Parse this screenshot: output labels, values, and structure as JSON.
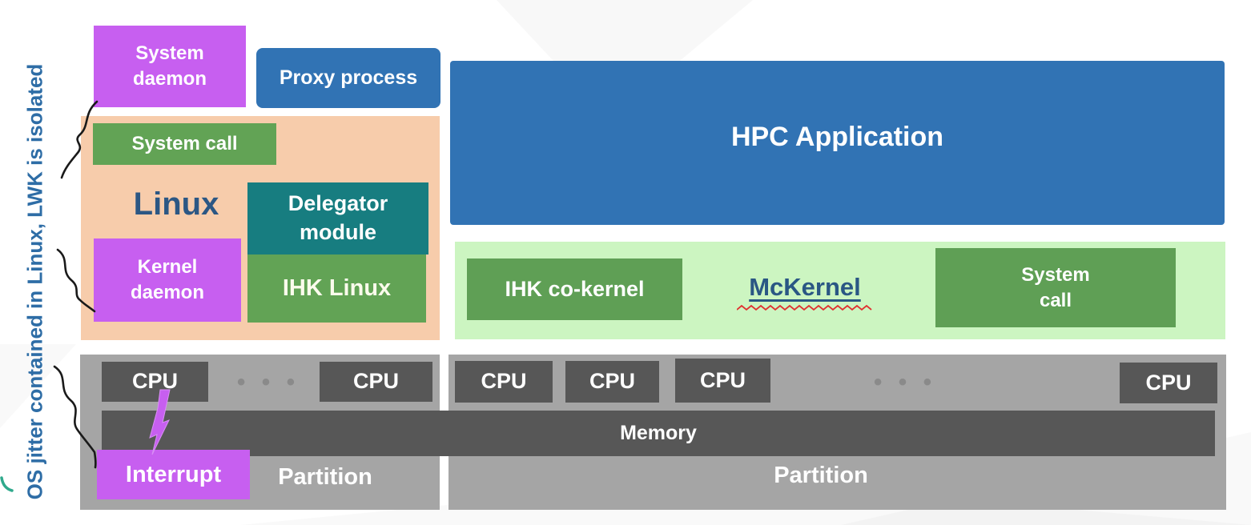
{
  "annotation": {
    "rotated_label": "OS jitter contained in Linux, LWK is isolated"
  },
  "linux_side": {
    "system_daemon": "System\ndaemon",
    "proxy_process": "Proxy process",
    "system_call": "System call",
    "linux_label": "Linux",
    "delegator_module": "Delegator\nmodule",
    "kernel_daemon": "Kernel\ndaemon",
    "ihk_linux": "IHK Linux"
  },
  "mckernel_side": {
    "hpc_application": "HPC Application",
    "ihk_co_kernel": "IHK co-kernel",
    "mckernel_label": "McKernel",
    "system_call": "System\ncall"
  },
  "hardware": {
    "memory_label": "Memory",
    "left_partition": {
      "cpus": [
        "CPU",
        "CPU"
      ],
      "dots": "• • •",
      "partition_label": "Partition",
      "interrupt_label": "Interrupt"
    },
    "right_partition": {
      "cpus": [
        "CPU",
        "CPU",
        "CPU",
        "CPU"
      ],
      "dots": "• • •",
      "partition_label": "Partition"
    }
  },
  "colors": {
    "purple": "#c75ff0",
    "blue": "#3173b4",
    "green": "#62a355",
    "teal": "#177d80",
    "peach": "#f7ccab",
    "light_green": "#ccf5c1",
    "partition_gray": "#a5a5a5",
    "dark_gray": "#575757",
    "navy_text": "#2c5784",
    "steel_text": "#2e6da6",
    "red_squiggle": "#e03030"
  }
}
